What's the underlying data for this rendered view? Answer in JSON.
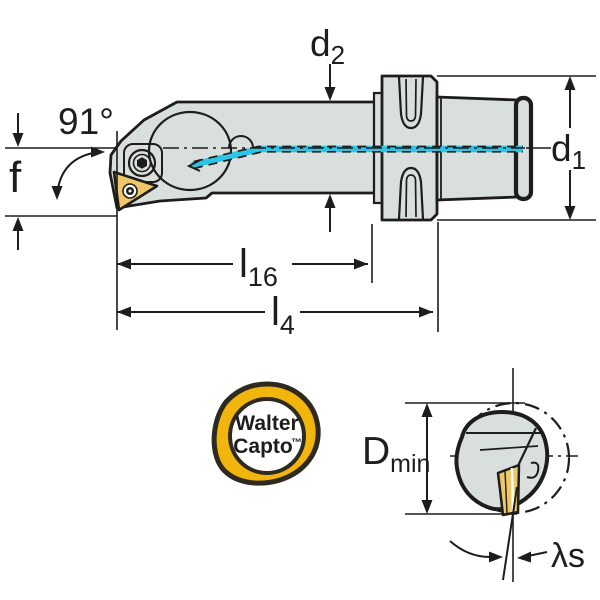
{
  "drawing": {
    "background": "#ffffff",
    "outline_color": "#1d1d1b",
    "body_color": "#d9dfdd",
    "coolant_color": "#2cc5e8",
    "insert_color": "#eec768",
    "logo_yellow": "#f2b50c",
    "logo_text_color": "#3b3a36"
  },
  "labels": {
    "angle_91": "91°",
    "f": "f",
    "d2_base": "d",
    "d2_sub": "2",
    "d1_base": "d",
    "d1_sub": "1",
    "l16_base": "l",
    "l16_sub": "16",
    "l4_base": "l",
    "l4_sub": "4",
    "dmin_base": "D",
    "dmin_sub": "min",
    "lambda_s": "λs"
  },
  "logo": {
    "line1": "Walter",
    "line2": "Capto",
    "trademark": "™"
  }
}
